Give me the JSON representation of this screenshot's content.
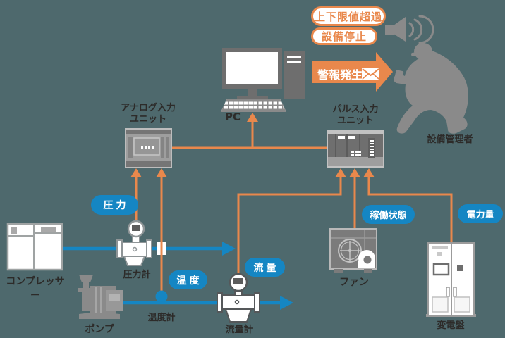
{
  "colors": {
    "background": "#4E696D",
    "accent_orange": "#E9884C",
    "accent_blue": "#1586C3",
    "device_gray": "#8A8A8A",
    "pc_gray": "#6E6E6E",
    "label_text": "#2D2B29",
    "white": "#FFFFFF"
  },
  "alert_pills": {
    "limit_exceeded": "上下限値超過",
    "equipment_stop": "設備停止"
  },
  "alarm": {
    "label": "警報発生"
  },
  "units": {
    "analog": {
      "line1": "アナログ入力",
      "line2": "ユニット"
    },
    "pulse": {
      "line1": "パルス入力",
      "line2": "ユニット"
    }
  },
  "pc": {
    "label": "PC"
  },
  "manager": {
    "label": "設備管理者"
  },
  "devices": {
    "compressor": "コンプレッサー",
    "pump": "ポンプ",
    "pressure_gauge": "圧力計",
    "thermometer": "温度計",
    "flow_meter": "流量計",
    "fan": "ファン",
    "switchboard": "変電盤"
  },
  "measurements": {
    "pressure": "圧力",
    "temperature": "温度",
    "flow": "流量",
    "operating_status": "稼働状態",
    "power": "電力量"
  },
  "icons": {
    "speaker": "speaker-icon",
    "envelope": "envelope-icon",
    "alarm_arrow": "alarm-arrow-icon"
  }
}
